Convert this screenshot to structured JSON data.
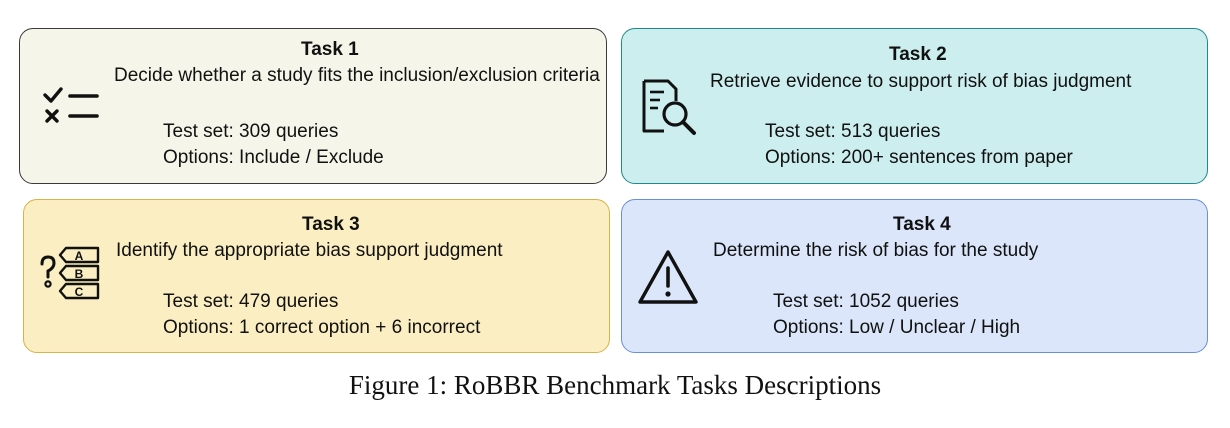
{
  "tasks": [
    {
      "title": "Task 1",
      "description": "Decide whether a study fits the inclusion/exclusion criteria",
      "test_set": "Test set: 309 queries",
      "options": "Options: Include / Exclude",
      "icon": "checklist-icon"
    },
    {
      "title": "Task 2",
      "description": "Retrieve evidence to support risk of bias judgment",
      "test_set": "Test set: 513 queries",
      "options": "Options: 200+ sentences from paper",
      "icon": "document-search-icon"
    },
    {
      "title": "Task 3",
      "description": "Identify the appropriate bias support judgment",
      "test_set": "Test set: 479 queries",
      "options": "Options: 1 correct option + 6 incorrect",
      "icon": "multiple-choice-icon",
      "icon_letters": [
        "A",
        "B",
        "C"
      ]
    },
    {
      "title": "Task 4",
      "description": "Determine the risk of bias for the study",
      "test_set": "Test set: 1052 queries",
      "options": "Options: Low / Unclear / High",
      "icon": "warning-icon"
    }
  ],
  "caption": "Figure 1: RoBBR Benchmark Tasks Descriptions",
  "colors": {
    "task1_fill": "#f6f5ea",
    "task1_border": "#3a3a3a",
    "task2_fill": "#cdeeee",
    "task2_border": "#1f8a8a",
    "task3_fill": "#fbeec2",
    "task3_border": "#d8b24a",
    "task4_fill": "#dbe6fa",
    "task4_border": "#6b8fd6"
  }
}
